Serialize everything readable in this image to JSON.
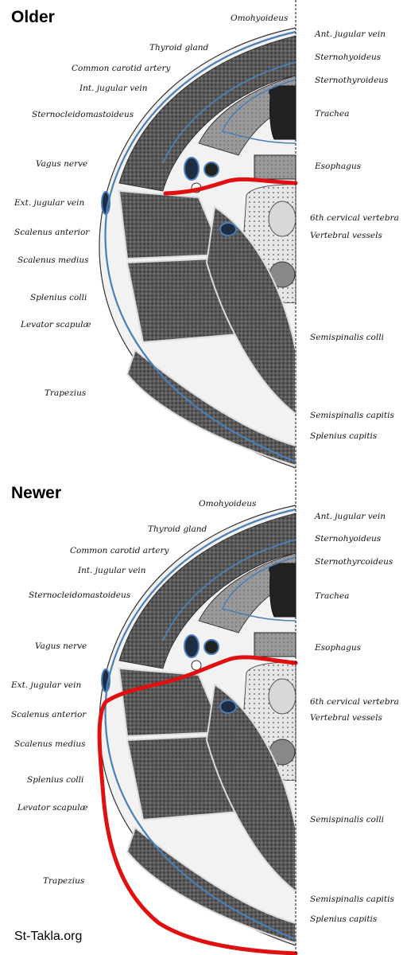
{
  "panels": [
    {
      "title": "Older",
      "labels_left": [
        "Omohyoideus",
        "Thyroid gland",
        "Common carotid artery",
        "Int. jugular vein",
        "Sternocleidomastoideus",
        "Vagus nerve",
        "Ext. jugular vein",
        "Scalenus anterior",
        "Scalenus medius",
        "Splenius colli",
        "Levator scapulæ",
        "Trapezius"
      ],
      "labels_right": [
        "Ant. jugular vein",
        "Sternohyoideus",
        "Sternothyroideus",
        "Trachea",
        "Esophagus",
        "6th cervical vertebra",
        "Vertebral vessels",
        "Semispinalis colli",
        "Semispinalis capitis",
        "Splenius capitis"
      ]
    },
    {
      "title": "Newer",
      "labels_left": [
        "Omohyoideus",
        "Thyroid gland",
        "Common carotid artery",
        "Int. jugular vein",
        "Sternocleidomastoideus",
        "Vagus nerve",
        "Ext. jugular vein",
        "Scalenus anterior",
        "Scalenus medius",
        "Splenius colli",
        "Levator scapulæ",
        "Trapezius"
      ],
      "labels_right": [
        "Ant. jugular vein",
        "Sternohyoideus",
        "Sternothyrcoideus",
        "Trachea",
        "Esophagus",
        "6th cervical vertebra",
        "Vertebral vessels",
        "Semispinalis colli",
        "Semispinalis capitis",
        "Splenius capitis"
      ]
    }
  ],
  "credit": "St-Takla.org",
  "colors": {
    "fascia_line": "#4a7fb5",
    "highlight_line": "#e01010",
    "muscle": "#4a4a4a",
    "bone": "#dcdcdc"
  }
}
